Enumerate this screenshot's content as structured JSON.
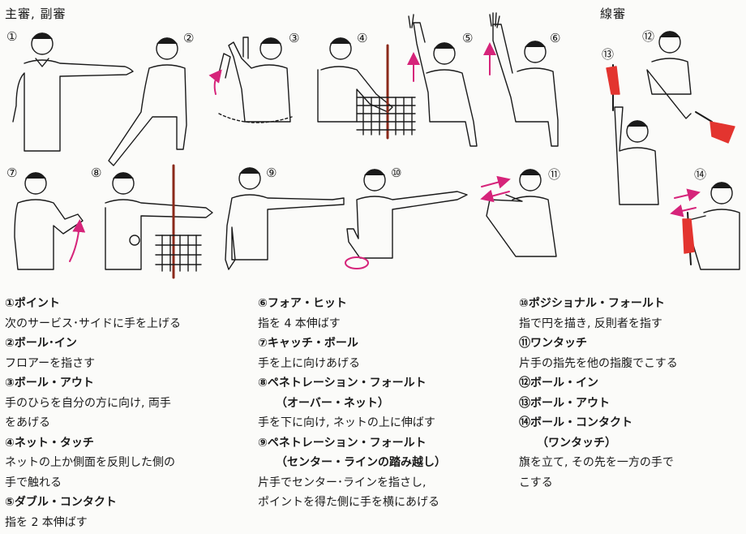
{
  "section_titles": {
    "main": "主審, 副審",
    "line": "線審"
  },
  "figure_numbers": {
    "n1": "①",
    "n2": "②",
    "n3": "③",
    "n4": "④",
    "n5": "⑤",
    "n6": "⑥",
    "n7": "⑦",
    "n8": "⑧",
    "n9": "⑨",
    "n10": "⑩",
    "n11": "⑪",
    "n12": "⑫",
    "n13": "⑬",
    "n14": "⑭"
  },
  "colors": {
    "accent": "#d6247a",
    "flag": "#e3342f",
    "ink": "#1a1a1a"
  },
  "columns": [
    [
      {
        "text": "①ポイント",
        "style": "head"
      },
      {
        "text": "次のサービス･サイドに手を上げる",
        "style": "body"
      },
      {
        "text": "②ボール･イン",
        "style": "head"
      },
      {
        "text": "フロアーを指さす",
        "style": "body"
      },
      {
        "text": "③ボール・アウト",
        "style": "head"
      },
      {
        "text": "手のひらを自分の方に向け, 両手",
        "style": "body"
      },
      {
        "text": "をあげる",
        "style": "body"
      },
      {
        "text": "④ネット・タッチ",
        "style": "head"
      },
      {
        "text": "ネットの上か側面を反則した側の",
        "style": "body"
      },
      {
        "text": "手で触れる",
        "style": "body"
      },
      {
        "text": "⑤ダブル・コンタクト",
        "style": "head"
      },
      {
        "text": "指を 2 本伸ばす",
        "style": "body"
      }
    ],
    [
      {
        "text": "⑥フォア・ヒット",
        "style": "head"
      },
      {
        "text": "指を 4 本伸ばす",
        "style": "body"
      },
      {
        "text": "⑦キャッチ・ボール",
        "style": "head"
      },
      {
        "text": "手を上に向けあげる",
        "style": "body"
      },
      {
        "text": "⑧ペネトレーション・フォールト",
        "style": "head"
      },
      {
        "text": "（オーバー・ネット）",
        "style": "indent"
      },
      {
        "text": "手を下に向け, ネットの上に伸ばす",
        "style": "body"
      },
      {
        "text": "⑨ペネトレーション・フォールト",
        "style": "head"
      },
      {
        "text": "（センター・ラインの踏み越し）",
        "style": "indent"
      },
      {
        "text": "片手でセンター･ラインを指さし,",
        "style": "body"
      },
      {
        "text": "ポイントを得た側に手を横にあげる",
        "style": "body"
      }
    ],
    [
      {
        "text": "⑩ポジショナル・フォールト",
        "style": "head"
      },
      {
        "text": "指で円を描き, 反則者を指す",
        "style": "body"
      },
      {
        "text": "⑪ワンタッチ",
        "style": "head"
      },
      {
        "text": "片手の指先を他の指腹でこする",
        "style": "body"
      },
      {
        "text": "⑫ボール・イン",
        "style": "head"
      },
      {
        "text": "⑬ボール・アウト",
        "style": "head"
      },
      {
        "text": "⑭ボール・コンタクト",
        "style": "head"
      },
      {
        "text": "（ワンタッチ）",
        "style": "indent"
      },
      {
        "text": "旗を立て, その先を一方の手で",
        "style": "body"
      },
      {
        "text": "こする",
        "style": "body"
      }
    ]
  ]
}
